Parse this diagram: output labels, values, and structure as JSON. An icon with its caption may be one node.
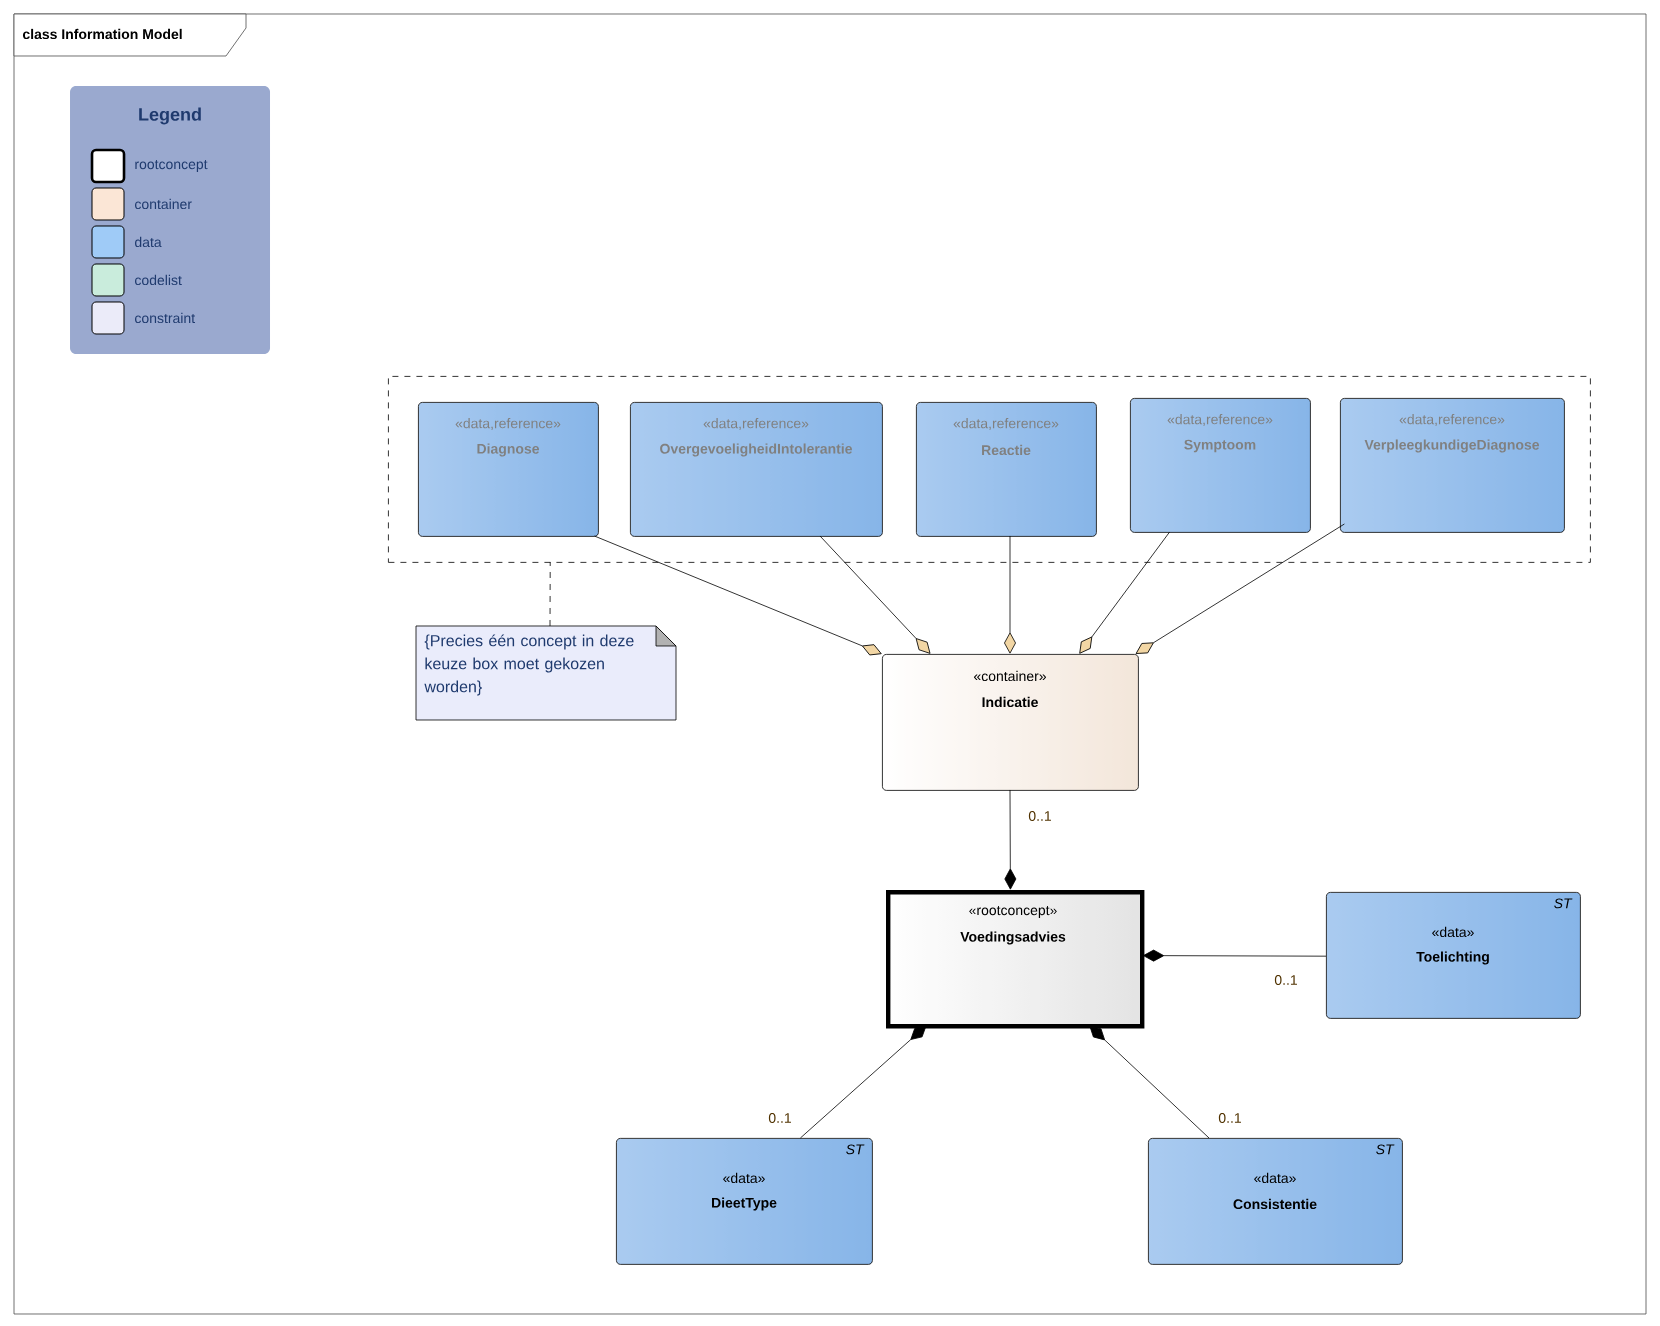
{
  "diagram": {
    "title": "class Information Model",
    "nodes": [
      {
        "text": [],
        "shape": "box"
      },
      {
        "text": [
          "«data,reference»",
          "Diagnose"
        ],
        "in": 0
      },
      {
        "text": [
          "«data,reference»",
          "OvergevoeligheidIntolerantie"
        ],
        "in": 0
      },
      {
        "text": [
          "«data,reference»",
          "Reactie"
        ],
        "in": 0
      },
      {
        "text": [
          "«data,reference»",
          "Symptoom"
        ],
        "in": 0
      },
      {
        "text": [
          "«data,reference»",
          "VerpleegkundigeDiagnose"
        ],
        "in": 0
      },
      {
        "text": [
          "{Precies één concept in deze keuze box moet gekozen worden}"
        ]
      },
      {
        "text": [
          "«container»",
          "Indicatie"
        ]
      },
      {
        "text": [
          "«rootconcept»",
          "Voedingsadvies"
        ]
      },
      {
        "text": [
          "ST",
          "«data»",
          "Toelichting"
        ]
      },
      {
        "text": [
          "ST",
          "«data»",
          "DieetType"
        ]
      },
      {
        "text": [
          "ST",
          "«data»",
          "Consistentie"
        ]
      }
    ],
    "edges": [
      {
        "from": 6,
        "to": 0,
        "arrow": "none",
        "style": "dashed"
      },
      {
        "from": 1,
        "to": 7,
        "arrow": "other"
      },
      {
        "from": 2,
        "to": 7,
        "arrow": "other"
      },
      {
        "from": 3,
        "to": 7,
        "arrow": "other"
      },
      {
        "from": 4,
        "to": 7,
        "arrow": "other"
      },
      {
        "from": 5,
        "to": 7,
        "arrow": "other"
      },
      {
        "from": 7,
        "to": 8,
        "arrow": "other",
        "label": "0..1"
      },
      {
        "from": 9,
        "to": 8,
        "arrow": "other",
        "label": "0..1"
      },
      {
        "from": 10,
        "to": 8,
        "arrow": "other",
        "label": "0..1"
      },
      {
        "from": 11,
        "to": 8,
        "arrow": "other",
        "label": "0..1"
      }
    ],
    "labels": [
      "Legend"
    ],
    "legend": [
      {
        "text": "rootconcept",
        "color": "#ffffff"
      },
      {
        "text": "container",
        "color": "#fbe6d6"
      },
      {
        "text": "data",
        "color": "#9fcbf7"
      },
      {
        "text": "codelist",
        "color": "#c9ecdc"
      },
      {
        "text": "constraint",
        "color": "#ebebf9"
      }
    ]
  }
}
